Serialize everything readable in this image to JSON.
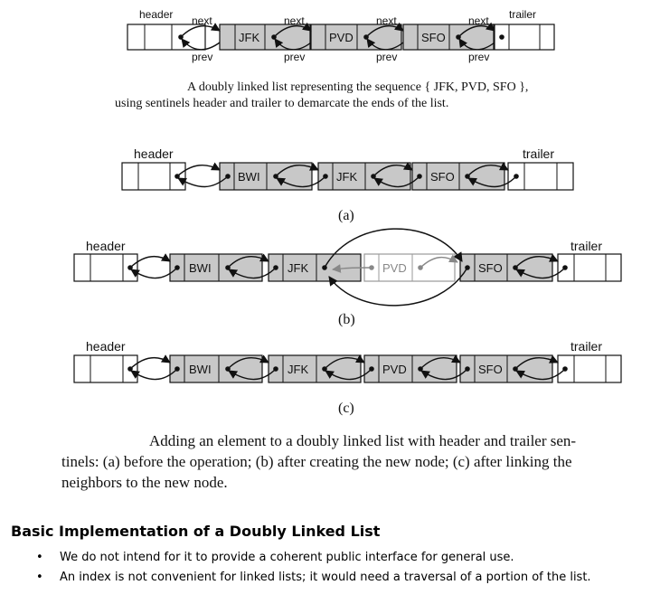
{
  "top_diagram": {
    "header_label": "header",
    "trailer_label": "trailer",
    "next_label": "next",
    "prev_label": "prev",
    "nodes": [
      "JFK",
      "PVD",
      "SFO"
    ],
    "caption_line1": "A doubly linked list representing the sequence { JFK, PVD, SFO },",
    "caption_line2": "using sentinels header and trailer to demarcate the ends of the list."
  },
  "diagram_a": {
    "header_label": "header",
    "trailer_label": "trailer",
    "nodes": [
      "BWI",
      "JFK",
      "SFO"
    ],
    "sublabel": "(a)"
  },
  "diagram_b": {
    "header_label": "header",
    "trailer_label": "trailer",
    "nodes": [
      "BWI",
      "JFK",
      "PVD",
      "SFO"
    ],
    "new_node": "PVD",
    "sublabel": "(b)"
  },
  "diagram_c": {
    "header_label": "header",
    "trailer_label": "trailer",
    "nodes": [
      "BWI",
      "JFK",
      "PVD",
      "SFO"
    ],
    "sublabel": "(c)"
  },
  "figure_caption": {
    "line1": "Adding an element to a doubly linked list with header and trailer sen-",
    "line2": "tinels: (a) before the operation; (b) after creating the new node; (c) after linking the",
    "line3": "neighbors to the new node."
  },
  "section": {
    "title": "Basic Implementation of a Doubly Linked List",
    "bullet_symbol": "•",
    "bullets": [
      "We do not intend for it to provide a coherent public interface for general use.",
      "An index is not convenient for linked lists; it would need a traversal of a portion of the list."
    ]
  }
}
